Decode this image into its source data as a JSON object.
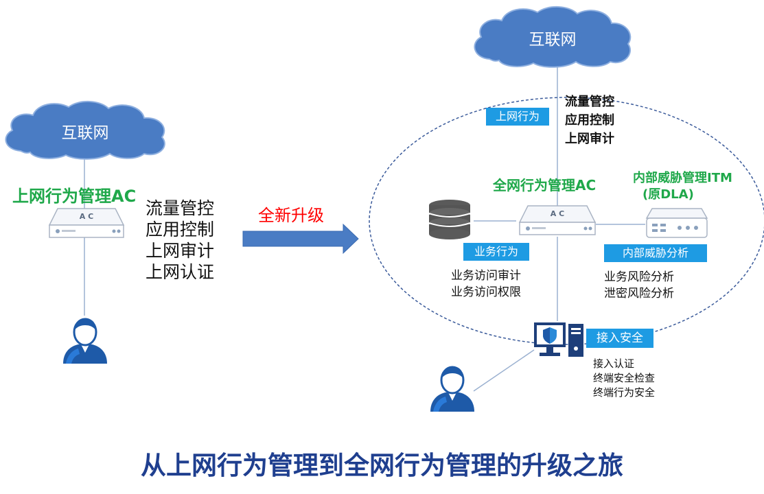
{
  "left": {
    "cloud_label": "互联网",
    "ac_title": "上网行为管理AC",
    "device_label": "A C",
    "features": [
      "流量管控",
      "应用控制",
      "上网审计",
      "上网认证"
    ]
  },
  "upgrade_label": "全新升级",
  "right": {
    "cloud_label": "互联网",
    "internet_tag": "上网行为",
    "internet_features": [
      "流量管控",
      "应用控制",
      "上网审计"
    ],
    "ac_title": "全网行为管理AC",
    "device_label": "A C",
    "itm_title_line1": "内部威胁管理ITM",
    "itm_title_line2": "(原DLA)",
    "business_tag": "业务行为",
    "business_features": [
      "业务访问审计",
      "业务访问权限"
    ],
    "threat_tag": "内部威胁分析",
    "threat_features": [
      "业务风险分析",
      "泄密风险分析"
    ],
    "access_tag": "接入安全",
    "access_features": [
      "接入认证",
      "终端安全检查",
      "终端行为安全"
    ]
  },
  "footer_title": "从上网行为管理到全网行为管理的升级之旅",
  "colors": {
    "cloud": "#4a7cc4",
    "tag": "#1e9be3",
    "green": "#1fa84a",
    "red": "#ff0000",
    "title_blue": "#1f3f8f",
    "arrow": "#4a7cc4"
  }
}
